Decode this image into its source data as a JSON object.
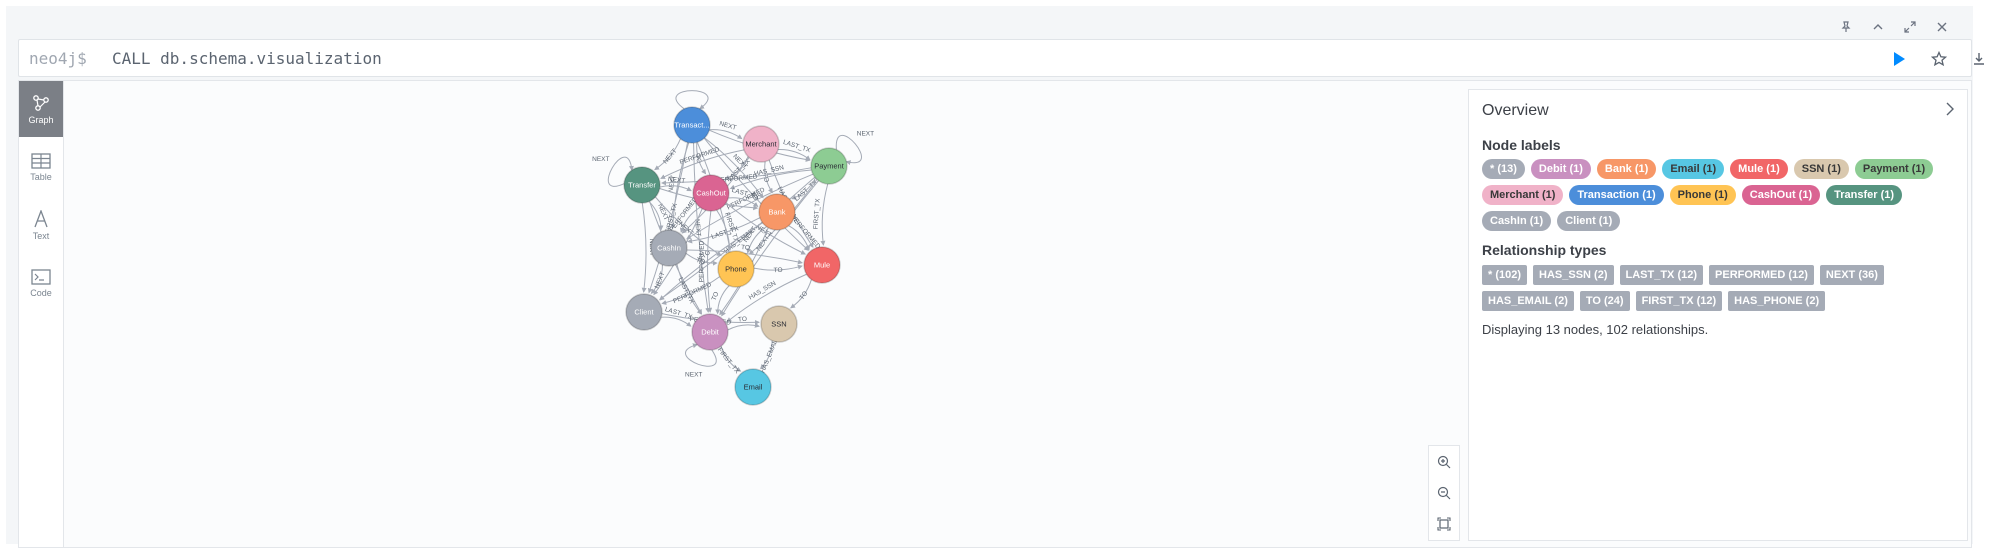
{
  "window": {
    "controls": [
      "pin-icon",
      "chevron-up-icon",
      "expand-icon",
      "close-icon"
    ]
  },
  "editor": {
    "prompt": "neo4j$",
    "query": "CALL db.schema.visualization"
  },
  "sidebar": {
    "items": [
      {
        "label": "Graph",
        "icon": "graph-icon",
        "active": true
      },
      {
        "label": "Table",
        "icon": "table-icon",
        "active": false
      },
      {
        "label": "Text",
        "icon": "text-icon",
        "active": false
      },
      {
        "label": "Code",
        "icon": "code-icon",
        "active": false
      }
    ]
  },
  "graph": {
    "nodes": [
      {
        "id": "transaction",
        "label": "Transact...",
        "color": "#4c8eda"
      },
      {
        "id": "merchant",
        "label": "Merchant",
        "color": "#f0b2c8"
      },
      {
        "id": "payment",
        "label": "Payment",
        "color": "#8dcc93"
      },
      {
        "id": "transfer",
        "label": "Transfer",
        "color": "#569480"
      },
      {
        "id": "cashout",
        "label": "CashOut",
        "color": "#da6492"
      },
      {
        "id": "bank",
        "label": "Bank",
        "color": "#f79767"
      },
      {
        "id": "cashin",
        "label": "CashIn",
        "color": "#a5abb6"
      },
      {
        "id": "phone",
        "label": "Phone",
        "color": "#ffc454"
      },
      {
        "id": "mule",
        "label": "Mule",
        "color": "#f16667"
      },
      {
        "id": "client",
        "label": "Client",
        "color": "#a5abb6"
      },
      {
        "id": "debit",
        "label": "Debit",
        "color": "#c990c0"
      },
      {
        "id": "ssn",
        "label": "SSN",
        "color": "#d9c8ae"
      },
      {
        "id": "email",
        "label": "Email",
        "color": "#57c7e3"
      }
    ],
    "rel_labels": [
      "NEXT",
      "TO",
      "NEXT",
      "TO",
      "NEXT",
      "NEXT",
      "NEXT",
      "TO",
      "FIRST_TX",
      "NEXT",
      "LAST_TX",
      "PERFORMED",
      "LAST_TX",
      "TO",
      "NEXT",
      "HAS_PHONE",
      "PERFORMED",
      "HAS_SSN",
      "LAST_TX",
      "PERFORMED",
      "TO",
      "FIRST_TX",
      "HAS_EMAIL",
      "NEXT",
      "NEXT",
      "TO",
      "NEXT",
      "NEXT",
      "NEXT",
      "TO",
      "LAST_TX",
      "PERFORMED",
      "FIRST_TX",
      "NEXT",
      "TO",
      "PERFORMED",
      "LAST_TX",
      "NEXT",
      "PERFORMED",
      "TO",
      "NEXT",
      "TO",
      "NEXT",
      "LAST_TX",
      "TO",
      "TO",
      "PERFORMED",
      "TO",
      "TO",
      "HAS_SSN",
      "LAST_TX",
      "PERFORMED",
      "TO",
      "FIRST_TX",
      "HAS_EMAIL"
    ]
  },
  "overview": {
    "title": "Overview",
    "node_labels_heading": "Node labels",
    "node_labels": [
      {
        "text": "* (13)",
        "color": "#a5abb6",
        "dark": false
      },
      {
        "text": "Debit (1)",
        "color": "#c990c0",
        "dark": false
      },
      {
        "text": "Bank (1)",
        "color": "#f79767",
        "dark": false
      },
      {
        "text": "Email (1)",
        "color": "#57c7e3",
        "dark": true
      },
      {
        "text": "Mule (1)",
        "color": "#f16667",
        "dark": false
      },
      {
        "text": "SSN (1)",
        "color": "#d9c8ae",
        "dark": true
      },
      {
        "text": "Payment (1)",
        "color": "#8dcc93",
        "dark": true
      },
      {
        "text": "Merchant (1)",
        "color": "#f0b2c8",
        "dark": true
      },
      {
        "text": "Transaction (1)",
        "color": "#4c8eda",
        "dark": false
      },
      {
        "text": "Phone (1)",
        "color": "#ffc454",
        "dark": true
      },
      {
        "text": "CashOut (1)",
        "color": "#da6492",
        "dark": false
      },
      {
        "text": "Transfer (1)",
        "color": "#569480",
        "dark": false
      },
      {
        "text": "CashIn (1)",
        "color": "#a5abb6",
        "dark": false
      },
      {
        "text": "Client (1)",
        "color": "#a5abb6",
        "dark": false
      }
    ],
    "rel_types_heading": "Relationship types",
    "rel_types": [
      "* (102)",
      "HAS_SSN (2)",
      "LAST_TX (12)",
      "PERFORMED (12)",
      "NEXT (36)",
      "HAS_EMAIL (2)",
      "TO (24)",
      "FIRST_TX (12)",
      "HAS_PHONE (2)"
    ],
    "summary": "Displaying 13 nodes, 102 relationships."
  },
  "zoom": {
    "controls": [
      "zoom-in-icon",
      "zoom-out-icon",
      "fit-icon"
    ]
  }
}
